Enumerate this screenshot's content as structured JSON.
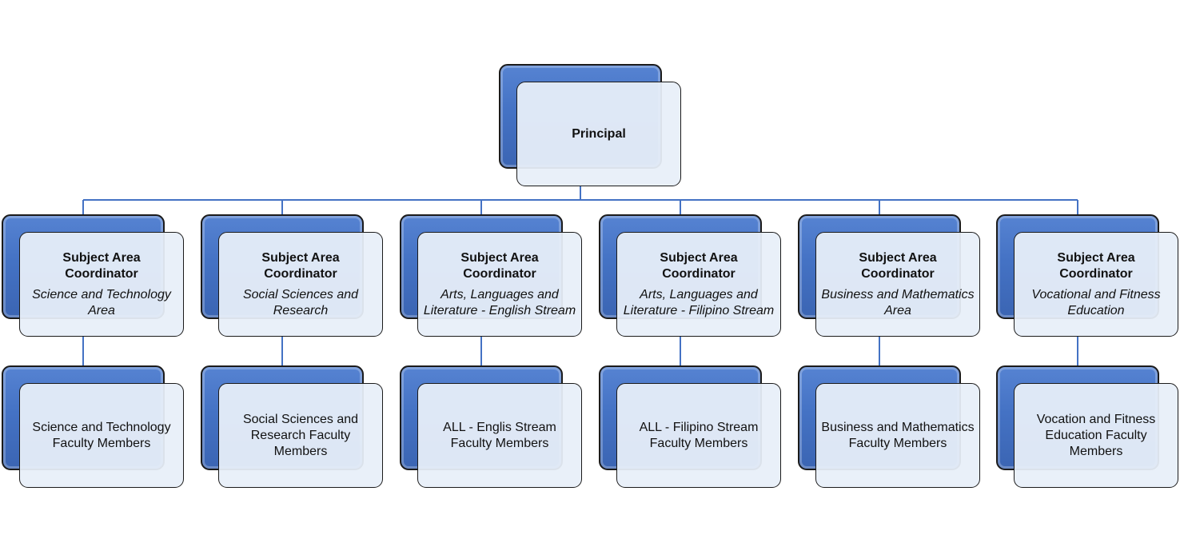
{
  "colors": {
    "back_box": "#4472c4",
    "front_box": "#e8eff9",
    "connector": "#4472c4",
    "outline": "#1b1b1b"
  },
  "principal": {
    "label": "Principal"
  },
  "coordinators": [
    {
      "title": "Subject Area Coordinator",
      "area": "Science and Technology Area"
    },
    {
      "title": "Subject Area Coordinator",
      "area": "Social Sciences and Research"
    },
    {
      "title": "Subject Area Coordinator",
      "area": "Arts, Languages and Literature - English Stream"
    },
    {
      "title": "Subject Area Coordinator",
      "area": "Arts, Languages and Literature - Filipino Stream"
    },
    {
      "title": "Subject Area Coordinator",
      "area": "Business and Mathematics Area"
    },
    {
      "title": "Subject Area Coordinator",
      "area": "Vocational and Fitness Education"
    }
  ],
  "faculty": [
    {
      "label": "Science and Technology Faculty Members"
    },
    {
      "label": "Social Sciences and Research Faculty Members"
    },
    {
      "label": "ALL - Englis Stream Faculty Members"
    },
    {
      "label": "ALL - Filipino Stream Faculty Members"
    },
    {
      "label": "Business and Mathematics Faculty Members"
    },
    {
      "label": "Vocation and Fitness Education Faculty Members"
    }
  ]
}
